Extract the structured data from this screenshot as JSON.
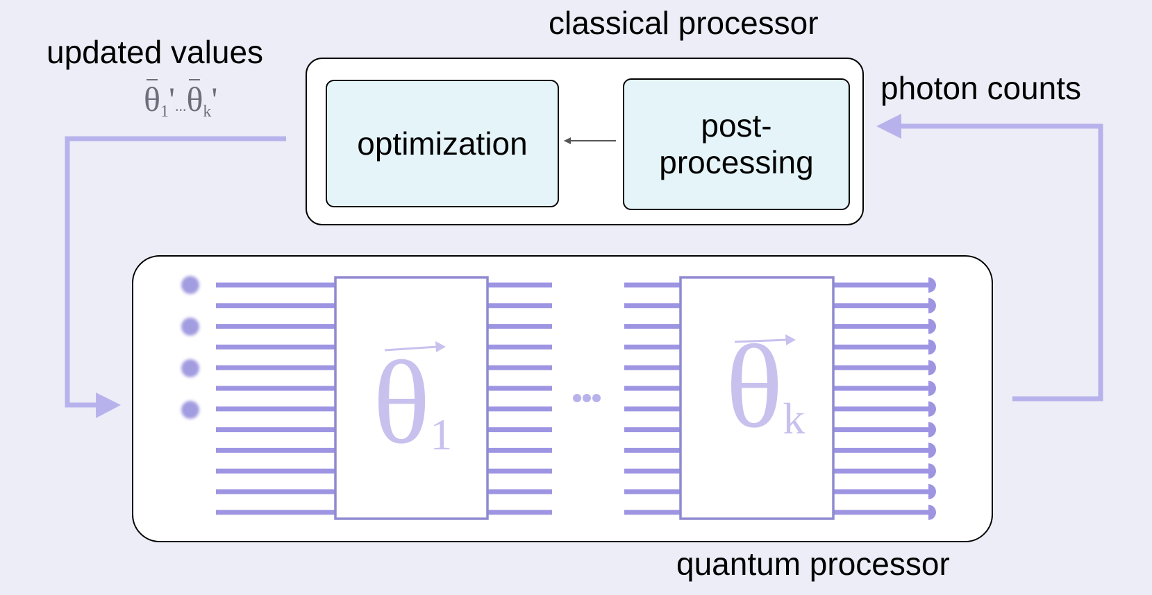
{
  "labels": {
    "classical_processor": "classical processor",
    "updated_values": "updated values",
    "photon_counts": "photon counts",
    "quantum_processor": "quantum processor"
  },
  "modules": {
    "optimization": "optimization",
    "post_processing": "post-\nprocessing"
  },
  "parameters": {
    "symbol": "θ",
    "updated_first_subscript": "1",
    "updated_last_subscript": "k",
    "updated_separator": "...",
    "block_first_subscript": "1",
    "block_last_subscript": "k",
    "between_blocks": "..."
  },
  "colors": {
    "background": "#ecedf6",
    "panel": "#ffffff",
    "module_fill": "#e5f4f8",
    "loop_line": "#b8b2ec",
    "waveguide": "#9d95e2",
    "block_border": "#8f8ad0",
    "theta_big": "#c8c1ee",
    "theta_small": "#6e6e7a"
  }
}
